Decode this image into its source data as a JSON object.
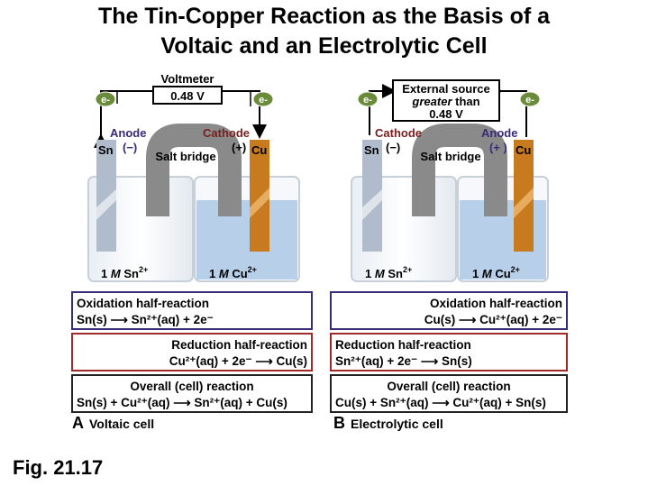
{
  "title_line1": "The Tin-Copper Reaction as the Basis of a",
  "title_line2": "Voltaic and an Electrolytic Cell",
  "figure_label": "Fig. 21.17",
  "colors": {
    "oxidation_border": "#3a2a7a",
    "reduction_border": "#a02a2a",
    "overall_border": "#222222",
    "anode_text": "#3a2a7a",
    "cathode_text": "#7a2020",
    "solution": "#b7cfe8",
    "tin_electrode": "#b0bccb",
    "copper_electrode": "#c87a1e",
    "salt_bridge": "#8a8a8a"
  },
  "cell_a": {
    "panel_letter": "A",
    "panel_name": "Voltaic cell",
    "meter_label": "Voltmeter",
    "meter_value": "0.48 V",
    "electron_left": "e-",
    "electron_right": "e-",
    "left_role": "Anode",
    "left_sign": "(−)",
    "right_role": "Cathode",
    "right_sign": "(+)",
    "left_metal": "Sn",
    "right_metal": "Cu",
    "salt_bridge": "Salt bridge",
    "left_conc": "1",
    "left_conc_unit": "M",
    "left_ion": "Sn",
    "left_ion_charge": "2+",
    "right_conc": "1",
    "right_conc_unit": "M",
    "right_ion": "Cu",
    "right_ion_charge": "2+",
    "oxidation_title": "Oxidation half-reaction",
    "oxidation_eq": "Sn(s) ⟶ Sn²⁺(aq) + 2e⁻",
    "reduction_title": "Reduction half-reaction",
    "reduction_eq": "Cu²⁺(aq) + 2e⁻ ⟶ Cu(s)",
    "overall_title": "Overall (cell) reaction",
    "overall_eq": "Sn(s) + Cu²⁺(aq) ⟶ Sn²⁺(aq) + Cu(s)"
  },
  "cell_b": {
    "panel_letter": "B",
    "panel_name": "Electrolytic cell",
    "source_line1": "External source",
    "source_line2_italic": "greater",
    "source_line2_rest": "than",
    "source_line3": "0.48 V",
    "electron_left": "e-",
    "electron_right": "e-",
    "left_role": "Cathode",
    "left_sign": "(−)",
    "right_role": "Anode",
    "right_sign": "(+ )",
    "left_metal": "Sn",
    "right_metal": "Cu",
    "salt_bridge": "Salt bridge",
    "left_conc": "1",
    "left_conc_unit": "M",
    "left_ion": "Sn",
    "left_ion_charge": "2+",
    "right_conc": "1",
    "right_conc_unit": "M",
    "right_ion": "Cu",
    "right_ion_charge": "2+",
    "oxidation_title": "Oxidation half-reaction",
    "oxidation_eq": "Cu(s) ⟶ Cu²⁺(aq) + 2e⁻",
    "reduction_title": "Reduction half-reaction",
    "reduction_eq": "Sn²⁺(aq) + 2e⁻ ⟶ Sn(s)",
    "overall_title": "Overall (cell) reaction",
    "overall_eq": "Cu(s) + Sn²⁺(aq) ⟶ Cu²⁺(aq) + Sn(s)"
  }
}
